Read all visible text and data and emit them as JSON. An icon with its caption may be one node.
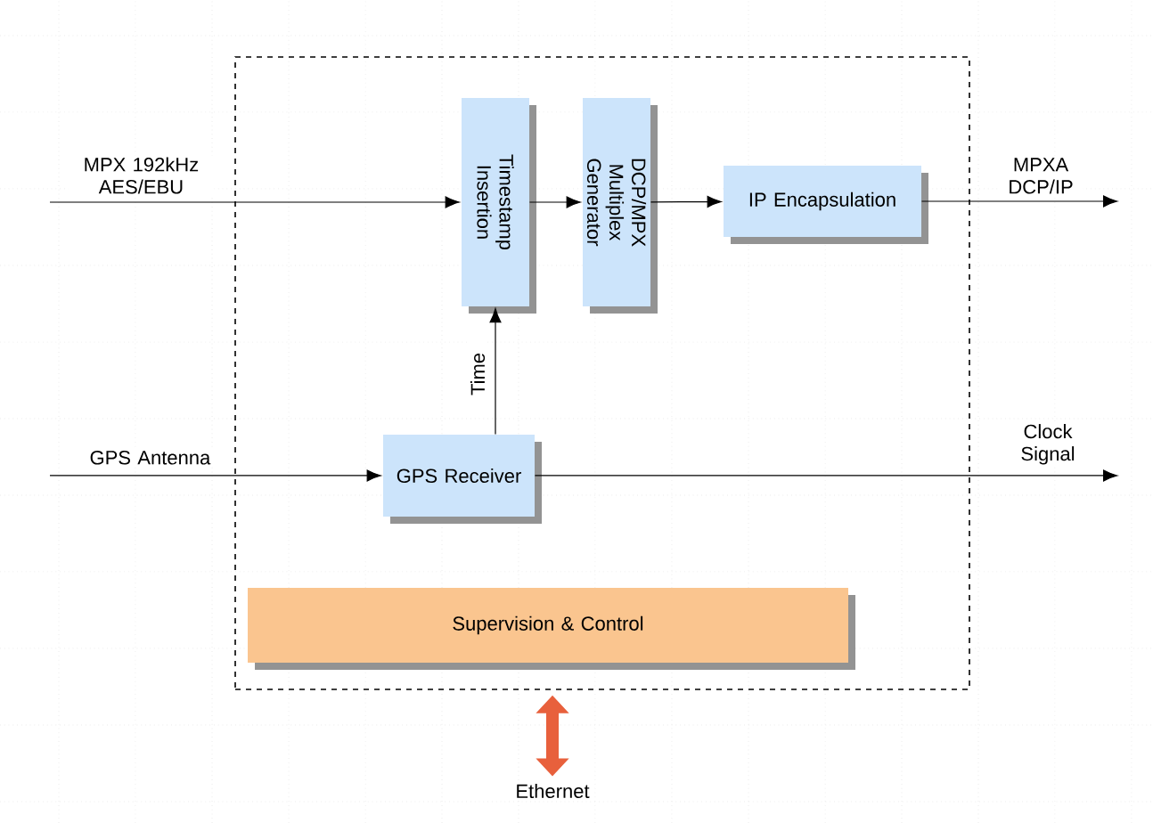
{
  "diagram": {
    "nodes": [
      {
        "text": [],
        "shape": "box"
      },
      {
        "text": [
          "Timestamp Insertion"
        ],
        "in": 0
      },
      {
        "text": [
          "DCP/MPX Multiplex Generator"
        ],
        "in": 0
      },
      {
        "text": [
          "IP Encapsulation"
        ],
        "in": 0
      },
      {
        "text": [
          "GPS Receiver"
        ],
        "in": 0
      },
      {
        "text": [
          "Supervision & Control"
        ],
        "in": 0
      },
      {
        "text": [
          "Ethernet"
        ]
      }
    ],
    "edges": [
      {
        "from": null,
        "to": 1,
        "arrow": "to",
        "label": "MPX 192kHz AES/EBU"
      },
      {
        "from": 1,
        "to": 2,
        "arrow": "to"
      },
      {
        "from": 2,
        "to": 3,
        "arrow": "to"
      },
      {
        "from": 3,
        "to": null,
        "arrow": "to",
        "label": "MPXA DCP/IP"
      },
      {
        "from": null,
        "to": 4,
        "arrow": "to",
        "label": "GPS Antenna"
      },
      {
        "from": 4,
        "to": 1,
        "arrow": "to",
        "label": "Time"
      },
      {
        "from": 4,
        "to": null,
        "arrow": "to",
        "label": "Clock Signal"
      },
      {
        "from": 0,
        "to": 6,
        "arrow": "both",
        "style": "thick",
        "color": "#e8603c"
      }
    ]
  }
}
